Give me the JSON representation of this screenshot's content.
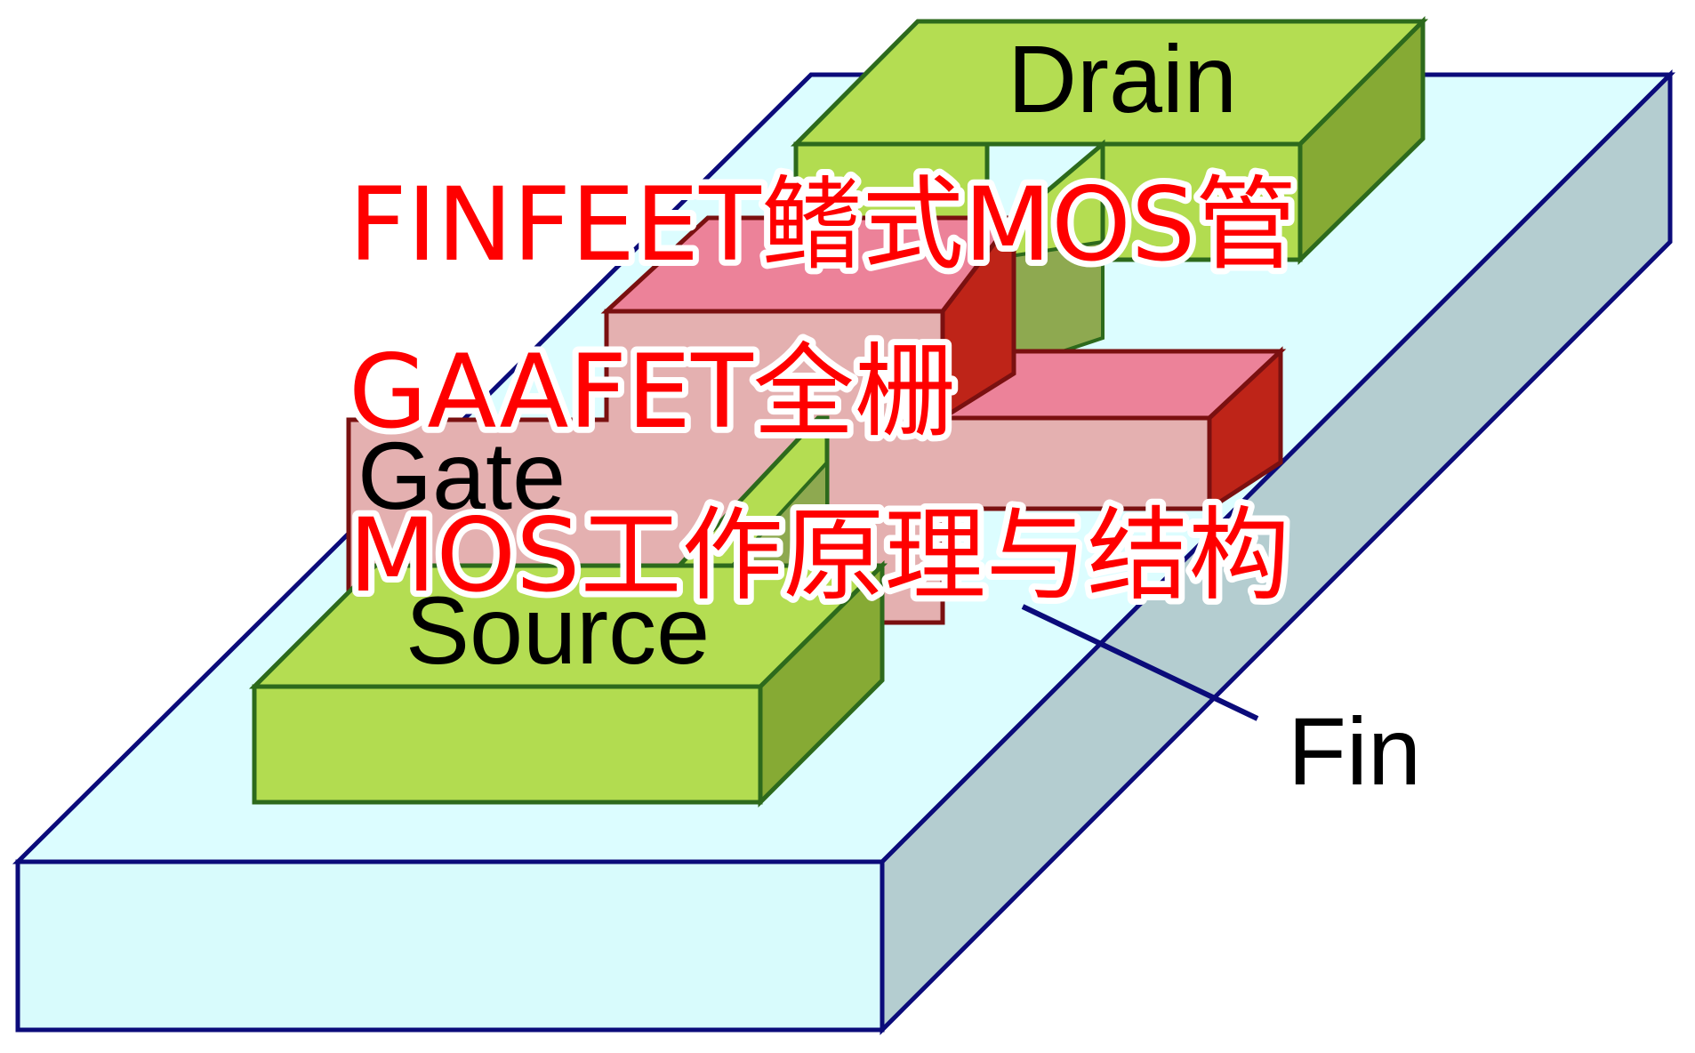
{
  "diagram": {
    "labels": {
      "drain": "Drain",
      "gate": "Gate",
      "source": "Source",
      "fin": "Fin"
    },
    "colors": {
      "substrate_top": "#dcfdff",
      "substrate_front": "#d8fbfc",
      "substrate_side": "#b4cdd0",
      "substrate_edge": "#0b0b7a",
      "contact_top": "#b4dd52",
      "contact_front": "#b2dc50",
      "contact_side": "#86aa34",
      "contact_edge": "#2d6a1c",
      "gate_top": "#ec8299",
      "gate_front": "#e4b0b0",
      "gate_side": "#be2418",
      "gate_edge": "#7a1010",
      "fin_shadow": "#8ea950"
    }
  },
  "overlay_title": {
    "lines": [
      "FINFEET鳍式MOS管",
      "GAAFET全栅",
      "MOS工作原理与结构"
    ],
    "color": "#ff0000",
    "outline": "#ffffff"
  }
}
